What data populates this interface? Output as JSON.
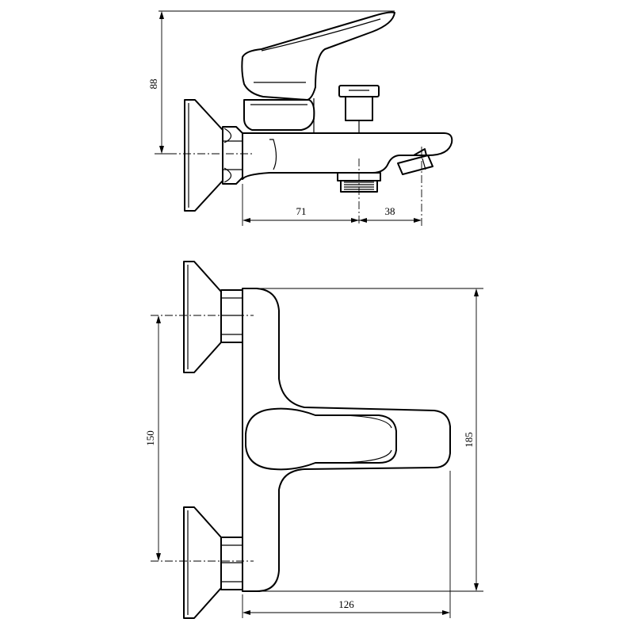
{
  "side_view": {
    "dim_height": "88",
    "dim_spout_left": "71",
    "dim_spout_right": "38"
  },
  "front_view": {
    "dim_center_distance": "150",
    "dim_total_height": "185",
    "dim_depth": "126"
  }
}
